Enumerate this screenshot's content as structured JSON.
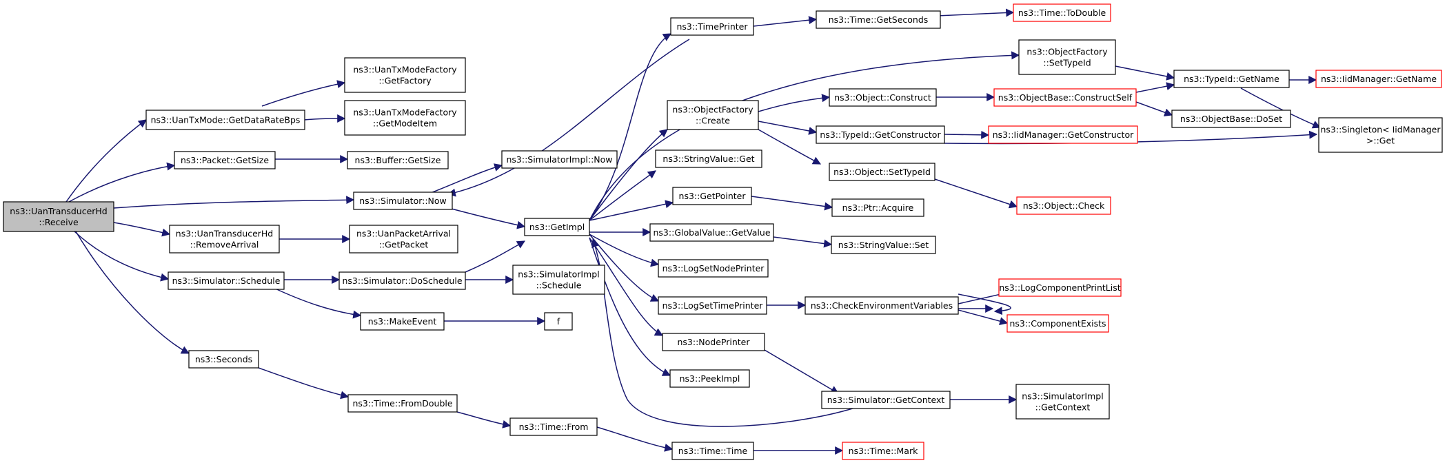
{
  "colors": {
    "edge": "#191970",
    "node_border": "#000000",
    "truncated_border": "#ff0000",
    "root_fill": "#bfbfbf",
    "node_fill": "#ffffff"
  },
  "nodes": [
    {
      "id": "n0",
      "lines": [
        "ns3::UanTransducerHd",
        "::Receive"
      ],
      "style": "root"
    },
    {
      "id": "n1",
      "lines": [
        "ns3::UanTxMode::GetDataRateBps"
      ],
      "style": "normal"
    },
    {
      "id": "n2",
      "lines": [
        "ns3::UanTxModeFactory",
        "::GetFactory"
      ],
      "style": "normal"
    },
    {
      "id": "n3",
      "lines": [
        "ns3::UanTxModeFactory",
        "::GetModeItem"
      ],
      "style": "normal"
    },
    {
      "id": "n4",
      "lines": [
        "ns3::Packet::GetSize"
      ],
      "style": "normal"
    },
    {
      "id": "n5",
      "lines": [
        "ns3::Buffer::GetSize"
      ],
      "style": "normal"
    },
    {
      "id": "n6",
      "lines": [
        "ns3::Simulator::Now"
      ],
      "style": "normal"
    },
    {
      "id": "n7",
      "lines": [
        "ns3::SimulatorImpl::Now"
      ],
      "style": "normal"
    },
    {
      "id": "n8",
      "lines": [
        "ns3::GetImpl"
      ],
      "style": "normal"
    },
    {
      "id": "n9",
      "lines": [
        "ns3::UanTransducerHd",
        "::RemoveArrival"
      ],
      "style": "normal"
    },
    {
      "id": "n10",
      "lines": [
        "ns3::UanPacketArrival",
        "::GetPacket"
      ],
      "style": "normal"
    },
    {
      "id": "n11",
      "lines": [
        "ns3::Simulator::Schedule"
      ],
      "style": "normal"
    },
    {
      "id": "n12",
      "lines": [
        "ns3::Simulator::DoSchedule"
      ],
      "style": "normal"
    },
    {
      "id": "n13",
      "lines": [
        "ns3::SimulatorImpl",
        "::Schedule"
      ],
      "style": "normal"
    },
    {
      "id": "n14",
      "lines": [
        "ns3::MakeEvent"
      ],
      "style": "normal"
    },
    {
      "id": "n15",
      "lines": [
        "f"
      ],
      "style": "normal"
    },
    {
      "id": "n16",
      "lines": [
        "ns3::Seconds"
      ],
      "style": "normal"
    },
    {
      "id": "n17",
      "lines": [
        "ns3::Time::FromDouble"
      ],
      "style": "normal"
    },
    {
      "id": "n18",
      "lines": [
        "ns3::Time::From"
      ],
      "style": "normal"
    },
    {
      "id": "n19",
      "lines": [
        "ns3::Time::Time"
      ],
      "style": "normal"
    },
    {
      "id": "n20",
      "lines": [
        "ns3::Time::Mark"
      ],
      "style": "truncated"
    },
    {
      "id": "n21",
      "lines": [
        "ns3::TimePrinter"
      ],
      "style": "normal"
    },
    {
      "id": "n22",
      "lines": [
        "ns3::Time::GetSeconds"
      ],
      "style": "normal"
    },
    {
      "id": "n23",
      "lines": [
        "ns3::Time::ToDouble"
      ],
      "style": "truncated"
    },
    {
      "id": "n24",
      "lines": [
        "ns3::ObjectFactory",
        "::SetTypeId"
      ],
      "style": "normal"
    },
    {
      "id": "n25",
      "lines": [
        "ns3::TypeId::GetName"
      ],
      "style": "normal"
    },
    {
      "id": "n26",
      "lines": [
        "ns3::IidManager::GetName"
      ],
      "style": "truncated"
    },
    {
      "id": "n27",
      "lines": [
        "ns3::Singleton< IidManager",
        ">::Get"
      ],
      "style": "normal"
    },
    {
      "id": "n28",
      "lines": [
        "ns3::ObjectFactory",
        "::Create"
      ],
      "style": "normal"
    },
    {
      "id": "n29",
      "lines": [
        "ns3::Object::Construct"
      ],
      "style": "normal"
    },
    {
      "id": "n30",
      "lines": [
        "ns3::ObjectBase::ConstructSelf"
      ],
      "style": "truncated"
    },
    {
      "id": "n31",
      "lines": [
        "ns3::ObjectBase::DoSet"
      ],
      "style": "normal"
    },
    {
      "id": "n32",
      "lines": [
        "ns3::TypeId::GetConstructor"
      ],
      "style": "normal"
    },
    {
      "id": "n33",
      "lines": [
        "ns3::IidManager::GetConstructor"
      ],
      "style": "truncated"
    },
    {
      "id": "n34",
      "lines": [
        "ns3::Object::SetTypeId"
      ],
      "style": "normal"
    },
    {
      "id": "n35",
      "lines": [
        "ns3::Object::Check"
      ],
      "style": "truncated"
    },
    {
      "id": "n36",
      "lines": [
        "ns3::StringValue::Get"
      ],
      "style": "normal"
    },
    {
      "id": "n37",
      "lines": [
        "ns3::GetPointer"
      ],
      "style": "normal"
    },
    {
      "id": "n38",
      "lines": [
        "ns3::Ptr::Acquire"
      ],
      "style": "normal"
    },
    {
      "id": "n39",
      "lines": [
        "ns3::GlobalValue::GetValue"
      ],
      "style": "normal"
    },
    {
      "id": "n40",
      "lines": [
        "ns3::StringValue::Set"
      ],
      "style": "normal"
    },
    {
      "id": "n41",
      "lines": [
        "ns3::LogSetNodePrinter"
      ],
      "style": "normal"
    },
    {
      "id": "n42",
      "lines": [
        "ns3::LogSetTimePrinter"
      ],
      "style": "normal"
    },
    {
      "id": "n43",
      "lines": [
        "ns3::CheckEnvironmentVariables"
      ],
      "style": "normal"
    },
    {
      "id": "n44",
      "lines": [
        "ns3::LogComponentPrintList"
      ],
      "style": "truncated"
    },
    {
      "id": "n45",
      "lines": [
        "ns3::ComponentExists"
      ],
      "style": "truncated"
    },
    {
      "id": "n46",
      "lines": [
        "ns3::NodePrinter"
      ],
      "style": "normal"
    },
    {
      "id": "n47",
      "lines": [
        "ns3::PeekImpl"
      ],
      "style": "normal"
    },
    {
      "id": "n48",
      "lines": [
        "ns3::Simulator::GetContext"
      ],
      "style": "normal"
    },
    {
      "id": "n49",
      "lines": [
        "ns3::SimulatorImpl",
        "::GetContext"
      ],
      "style": "normal"
    }
  ]
}
